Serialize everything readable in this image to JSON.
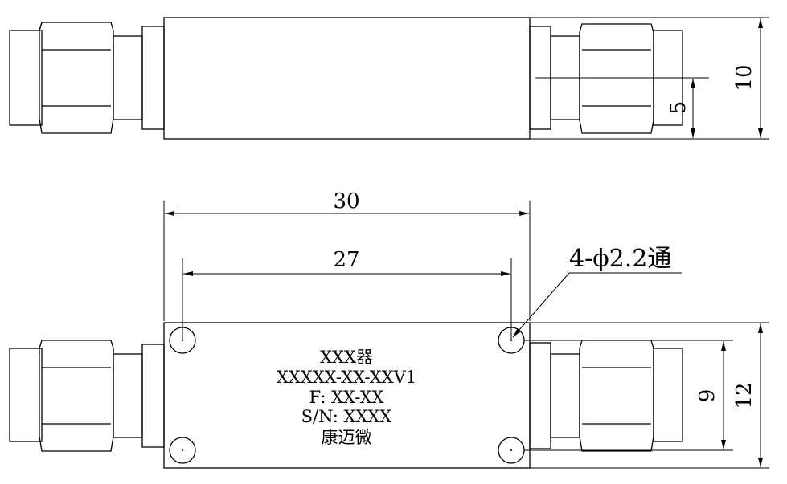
{
  "dimensions": {
    "height_top": "10",
    "half_height_top": "5",
    "overall_length": "30",
    "hole_spacing": "27",
    "hole_callout": "4-ϕ2.2通",
    "hole_pitch_bottom": "9",
    "height_bottom": "12"
  },
  "label": {
    "line1": "XXX器",
    "line2": "XXXXX-XX-XXV1",
    "line3": "F: XX-XX",
    "line4": "S/N: XXXX",
    "line5": "康迈微"
  }
}
